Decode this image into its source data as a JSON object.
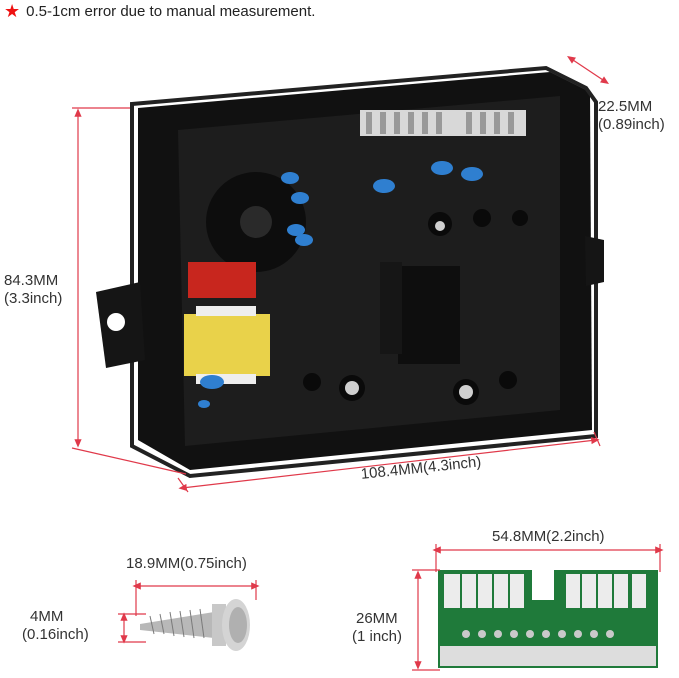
{
  "note": {
    "icon": "red-star-icon",
    "text": "0.5-1cm error due to manual measurement."
  },
  "dimensions": {
    "depth": {
      "mm": "22.5MM",
      "inch": "(0.89inch)"
    },
    "height": {
      "mm": "84.3MM",
      "inch": "(3.3inch)"
    },
    "width": "108.4MM(4.3inch)",
    "screw_length": "18.9MM(0.75inch)",
    "screw_diameter": {
      "mm": "4MM",
      "inch": "(0.16inch)"
    },
    "connector_width": "54.8MM(2.2inch)",
    "connector_height": {
      "mm": "26MM",
      "inch": "(1 inch)"
    }
  },
  "colors": {
    "dimension_line": "#e0394a",
    "board": "#1a1a1a",
    "pcb_green": "#1f7a3a"
  }
}
